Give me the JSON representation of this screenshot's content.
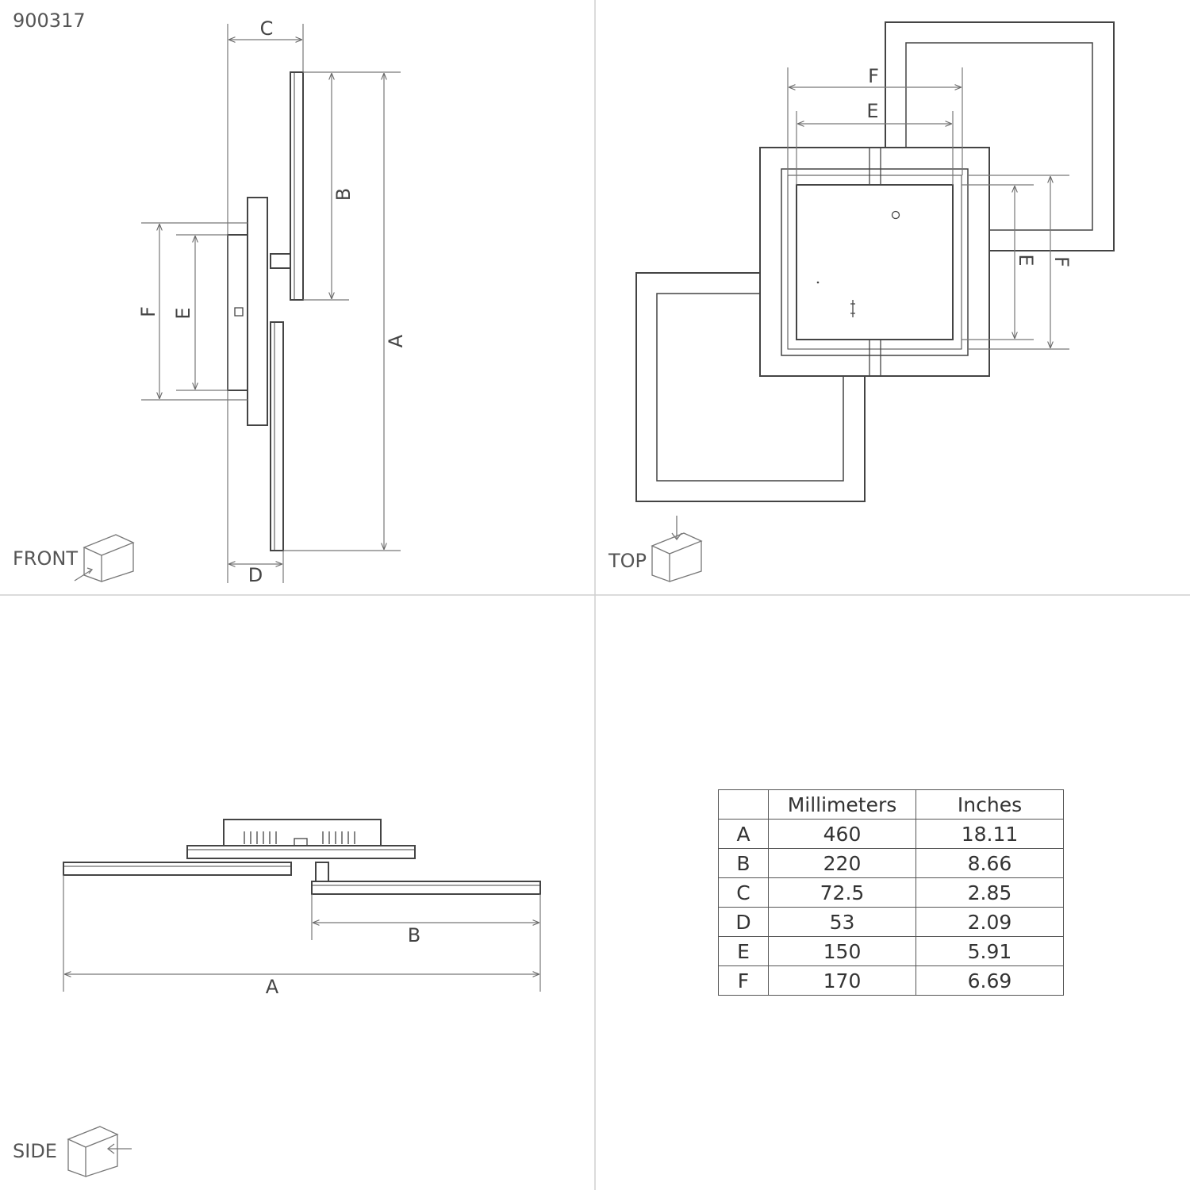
{
  "model_number": "900317",
  "views": {
    "front": {
      "label": "FRONT",
      "dim_labels": {
        "a": "A",
        "b": "B",
        "c": "C",
        "d": "D",
        "e": "E",
        "f": "F"
      }
    },
    "top": {
      "label": "TOP",
      "dim_labels": {
        "e_h": "E",
        "f_h": "F",
        "e_v": "E",
        "f_v": "F"
      }
    },
    "side": {
      "label": "SIDE",
      "dim_labels": {
        "a": "A",
        "b": "B"
      }
    }
  },
  "dimension_table": {
    "headers": [
      "",
      "Millimeters",
      "Inches"
    ],
    "rows": [
      {
        "letter": "A",
        "mm": "460",
        "inches": "18.11"
      },
      {
        "letter": "B",
        "mm": "220",
        "inches": "8.66"
      },
      {
        "letter": "C",
        "mm": "72.5",
        "inches": "2.85"
      },
      {
        "letter": "D",
        "mm": "53",
        "inches": "2.09"
      },
      {
        "letter": "E",
        "mm": "150",
        "inches": "5.91"
      },
      {
        "letter": "F",
        "mm": "170",
        "inches": "6.69"
      }
    ]
  }
}
